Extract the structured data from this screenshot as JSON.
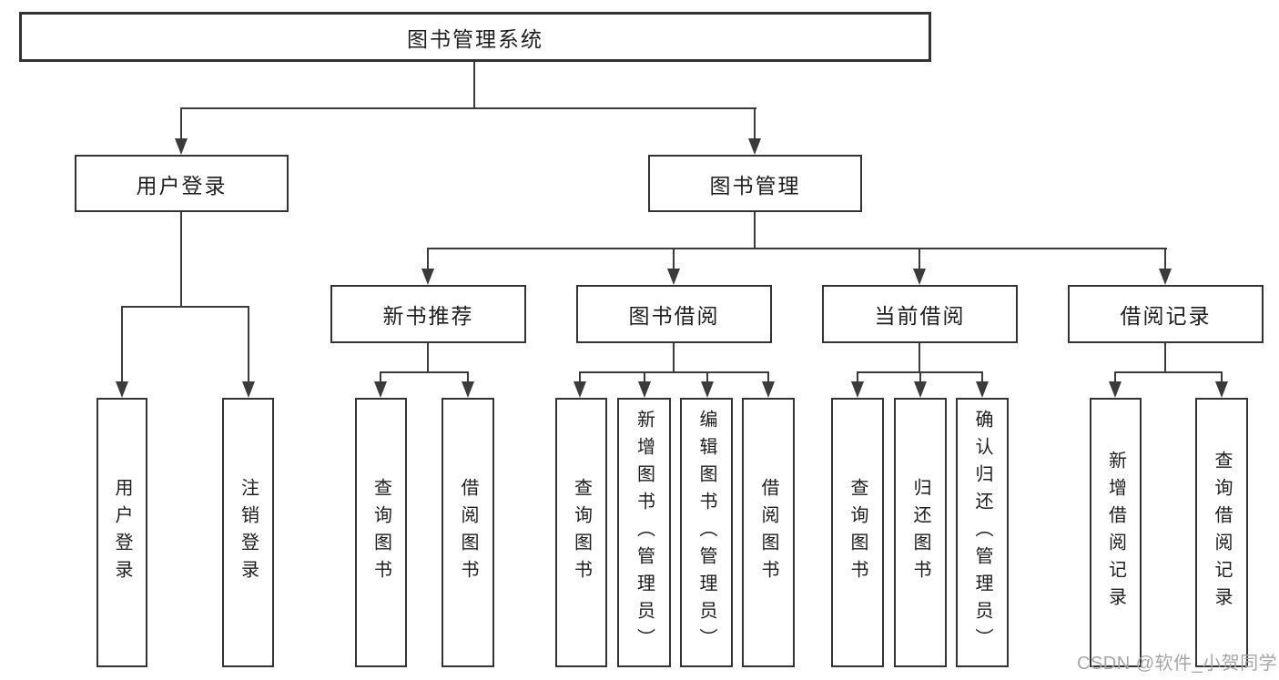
{
  "diagram": {
    "root": {
      "label": "图书管理系统"
    },
    "branches": [
      {
        "label": "用户登录",
        "children": [
          "用户登录",
          "注销登录"
        ]
      },
      {
        "label": "图书管理",
        "sections": [
          {
            "label": "新书推荐",
            "children": [
              "查询图书",
              "借阅图书"
            ]
          },
          {
            "label": "图书借阅",
            "children": [
              "查询图书",
              "新增图书（管理员）",
              "编辑图书（管理员）",
              "借阅图书"
            ]
          },
          {
            "label": "当前借阅",
            "children": [
              "查询图书",
              "归还图书",
              "确认归还（管理员）"
            ]
          },
          {
            "label": "借阅记录",
            "children": [
              "新增借阅记录",
              "查询借阅记录"
            ]
          }
        ]
      }
    ],
    "colors": {
      "border": "#333333",
      "line": "#3b3b3b",
      "text": "#1d1d1d",
      "background": "#ffffff",
      "watermark": "#a6a6a6"
    }
  },
  "watermark": {
    "text": "CSDN @软件_小贺同学"
  }
}
